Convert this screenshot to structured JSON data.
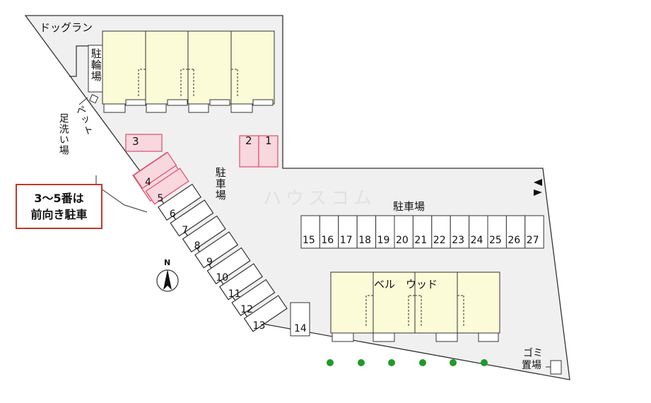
{
  "title_labels": {
    "dog_run": "ドッグラン",
    "bicycle_parking": "駐輪場",
    "pet_footwash": "ペット足洗い場",
    "pet_line1": "ペット",
    "pet_line2": "足洗い場",
    "parking_left": "駐車場",
    "parking_right": "駐車場",
    "building_name": "ベル　ウッド",
    "garbage_line1": "ゴミ",
    "garbage_line2": "置場"
  },
  "callout": {
    "line1": "3～5番は",
    "line2": "前向き駐車"
  },
  "north": "N",
  "watermark": "ハウスコム",
  "spaces": {
    "s1": "1",
    "s2": "2",
    "s3": "3",
    "s4": "4",
    "s5": "5",
    "s6": "6",
    "s7": "7",
    "s8": "8",
    "s9": "9",
    "s10": "10",
    "s11": "11",
    "s12": "12",
    "s13": "13",
    "s14": "14",
    "row": [
      "15",
      "16",
      "17",
      "18",
      "19",
      "20",
      "21",
      "22",
      "23",
      "24",
      "25",
      "26",
      "27"
    ]
  },
  "forward_parking_spaces": [
    "3",
    "4",
    "5"
  ],
  "colors": {
    "lot": "#f0f0f0",
    "building": "#fbfbd8",
    "highlight_fill": "#f8d7df",
    "highlight_stroke": "#d8506a",
    "tree": "#1f9a2a",
    "callout_border": "#c0392b"
  }
}
